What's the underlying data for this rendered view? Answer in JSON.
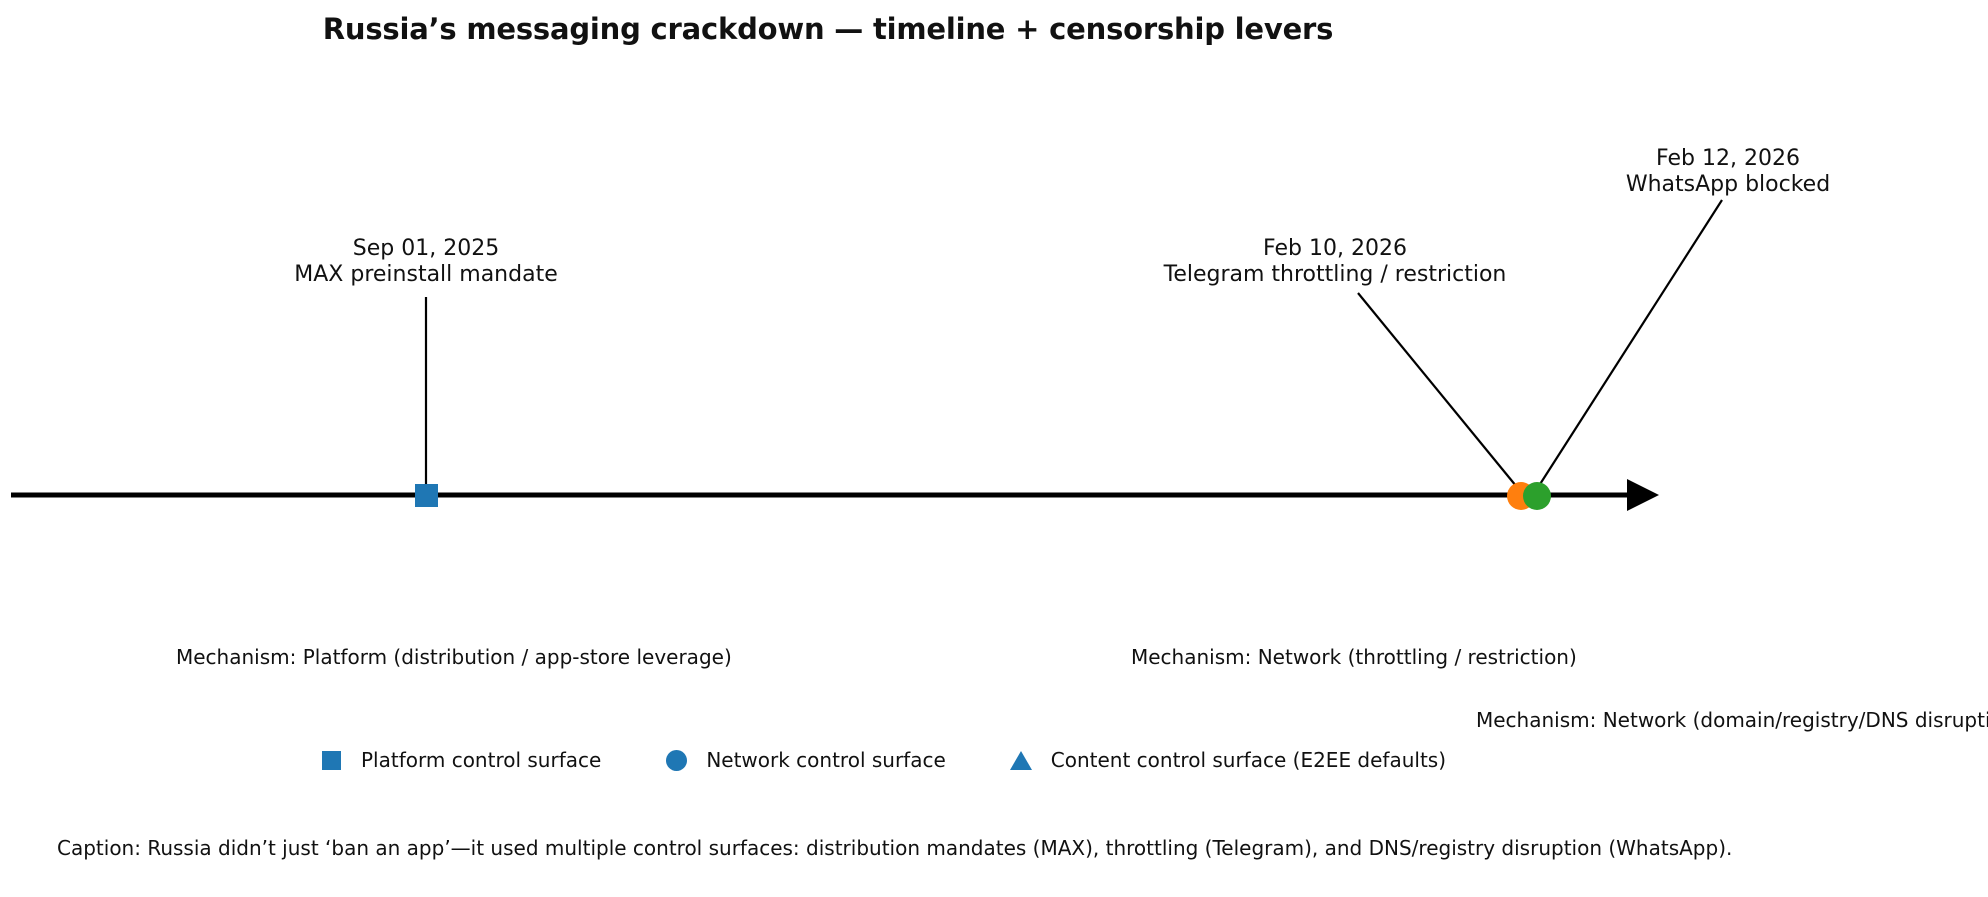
{
  "chart_data": {
    "type": "timeline",
    "title": "Russia’s messaging crackdown — timeline + censorship levers",
    "xlabel": "",
    "ylabel": "",
    "grid": false,
    "axis": {
      "style": "single horizontal arrow axis",
      "direction": "left-to-right",
      "tick_labels": []
    },
    "events": [
      {
        "date": "Sep 01, 2025",
        "label": "MAX preinstall mandate",
        "annotation_lines": [
          "Sep 01, 2025",
          "MAX preinstall mandate"
        ],
        "marker_shape": "square",
        "marker_color": "#1f77b4",
        "control_surface": "Platform control surface",
        "mechanism": "Mechanism: Platform (distribution / app-store leverage)",
        "x_fraction": 0.254
      },
      {
        "date": "Feb 10, 2026",
        "label": "Telegram throttling / restriction",
        "annotation_lines": [
          "Feb 10, 2026",
          "Telegram throttling / restriction"
        ],
        "marker_shape": "circle",
        "marker_color": "#ff7f0e",
        "control_surface": "Network control surface",
        "mechanism": "Mechanism: Network (throttling / restriction)",
        "x_fraction": 0.922
      },
      {
        "date": "Feb 12, 2026",
        "label": "WhatsApp blocked",
        "annotation_lines": [
          "Feb 12, 2026",
          "WhatsApp blocked"
        ],
        "marker_shape": "circle",
        "marker_color": "#2ca02c",
        "control_surface": "Network control surface",
        "mechanism": "Mechanism: Network (domain/registry/DNS disruption)",
        "x_fraction": 0.931
      }
    ],
    "legend": {
      "position": "bottom-left",
      "entries": [
        {
          "shape": "square",
          "color": "#1f77b4",
          "label": "Platform control surface"
        },
        {
          "shape": "circle",
          "color": "#1f77b4",
          "label": "Network control surface"
        },
        {
          "shape": "triangle",
          "color": "#1f77b4",
          "label": "Content control surface (E2EE defaults)"
        }
      ]
    },
    "caption": "Caption: Russia didn’t just ‘ban an app’—it used multiple control surfaces: distribution mandates (MAX), throttling (Telegram), and DNS/registry disruption (WhatsApp)."
  },
  "title": "Russia’s messaging crackdown — timeline + censorship levers",
  "annotations": [
    {
      "line1": "Sep 01, 2025",
      "line2": "MAX preinstall mandate"
    },
    {
      "line1": "Feb 10, 2026",
      "line2": "Telegram throttling / restriction"
    },
    {
      "line1": "Feb 12, 2026",
      "line2": "WhatsApp blocked"
    }
  ],
  "mechanisms": [
    "Mechanism: Platform (distribution / app-store leverage)",
    "Mechanism: Network (throttling / restriction)",
    "Mechanism: Network (domain/registry/DNS disruption)"
  ],
  "legend": [
    "Platform control surface",
    "Network control surface",
    "Content control surface (E2EE defaults)"
  ],
  "caption": "Caption: Russia didn’t just ‘ban an app’—it used multiple control surfaces: distribution mandates (MAX), throttling (Telegram), and DNS/registry disruption (WhatsApp).",
  "colors": {
    "platform": "#1f77b4",
    "telegram": "#ff7f0e",
    "whatsapp": "#2ca02c",
    "axis": "#000000",
    "text": "#111111",
    "background": "#ffffff"
  }
}
